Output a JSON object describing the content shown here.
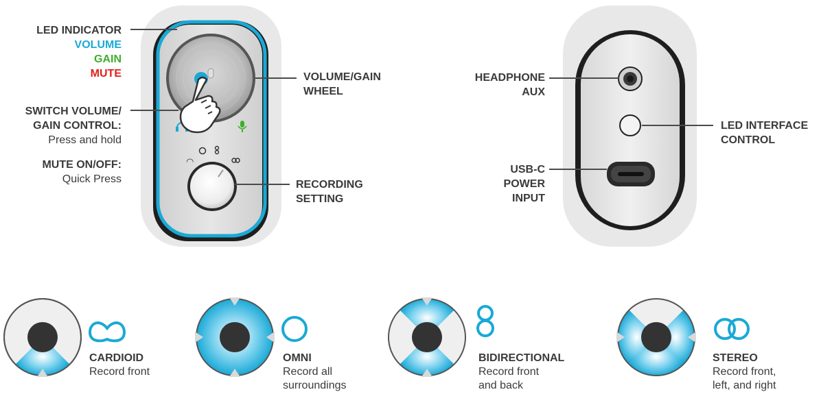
{
  "front_panel": {
    "led_indicator": {
      "title": "LED INDICATOR",
      "volume": "VOLUME",
      "gain": "GAIN",
      "mute": "MUTE"
    },
    "switch_control": {
      "title_line1": "SWITCH VOLUME/",
      "title_line2": "GAIN CONTROL:",
      "desc": "Press and hold"
    },
    "mute_toggle": {
      "title": "MUTE ON/OFF:",
      "desc": "Quick Press"
    },
    "wheel": {
      "line1": "VOLUME/GAIN",
      "line2": "WHEEL"
    },
    "recording": {
      "line1": "RECORDING",
      "line2": "SETTING"
    }
  },
  "back_panel": {
    "headphone": {
      "line1": "HEADPHONE",
      "line2": "AUX"
    },
    "led_interface": {
      "line1": "LED INTERFACE",
      "line2": "CONTROL"
    },
    "usb": {
      "line1": "USB-C",
      "line2": "POWER",
      "line3": "INPUT"
    }
  },
  "patterns": [
    {
      "name": "CARDIOID",
      "desc": "Record front"
    },
    {
      "name": "OMNI",
      "desc": "Record all\nsurroundings"
    },
    {
      "name": "BIDIRECTIONAL",
      "desc": "Record front\nand back"
    },
    {
      "name": "STEREO",
      "desc": "Record front,\nleft, and right"
    }
  ],
  "colors": {
    "volume": "#1aa9d6",
    "gain": "#3fae2a",
    "mute": "#e0201b",
    "accent": "#25b3e0",
    "text": "#3a3a3a"
  }
}
